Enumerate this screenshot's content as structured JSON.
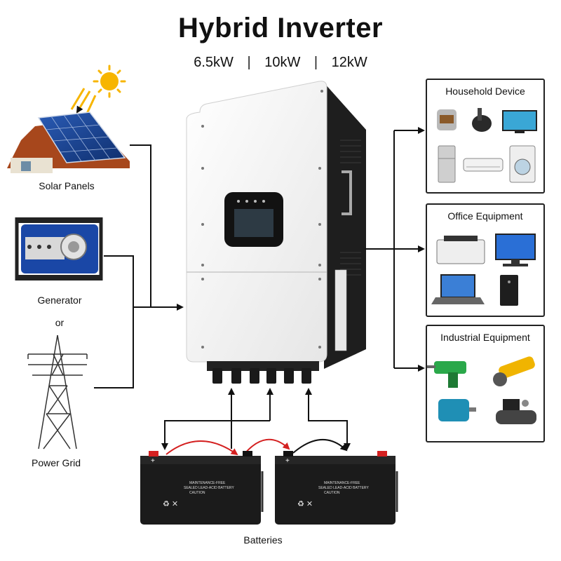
{
  "header": {
    "title": "Hybrid Inverter",
    "ratings": [
      "6.5kW",
      "10kW",
      "12kW"
    ],
    "separator": "|"
  },
  "sources": {
    "solar": "Solar Panels",
    "generator": "Generator",
    "or": "or",
    "grid": "Power Grid"
  },
  "loads": {
    "household": "Household Device",
    "office": "Office Equipment",
    "industrial": "Industrial Equipment"
  },
  "batteries": {
    "label": "Batteries",
    "lines": [
      "MAINTENANCE-FREE",
      "SEALED LEAD-ACID BATTERY",
      "CAUTION"
    ]
  },
  "colors": {
    "inverter_body": "#f4f4f4",
    "inverter_side": "#1e1e1e",
    "battery": "#1b1b1b",
    "link_arrow": "#d42020",
    "wire": "#111111"
  }
}
